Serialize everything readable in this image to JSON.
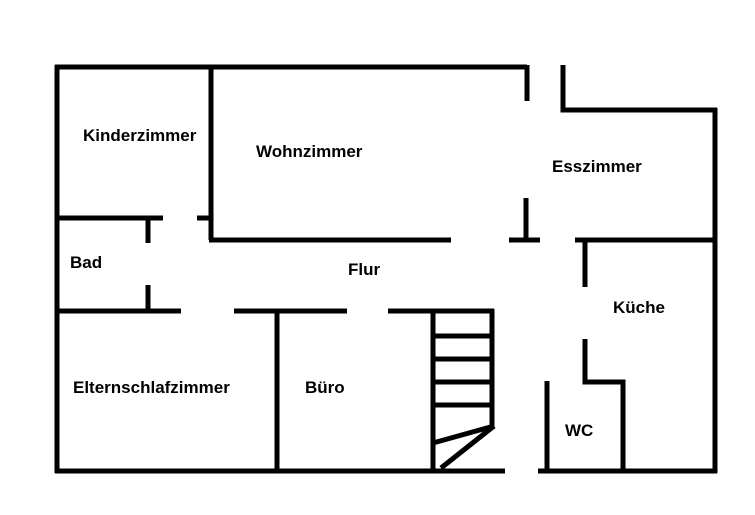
{
  "floorplan": {
    "rooms": {
      "kinderzimmer": "Kinderzimmer",
      "wohnzimmer": "Wohnzimmer",
      "esszimmer": "Esszimmer",
      "bad": "Bad",
      "flur": "Flur",
      "kueche": "Küche",
      "elternschlafzimmer": "Elternschlafzimmer",
      "buero": "Büro",
      "wc": "WC"
    }
  }
}
